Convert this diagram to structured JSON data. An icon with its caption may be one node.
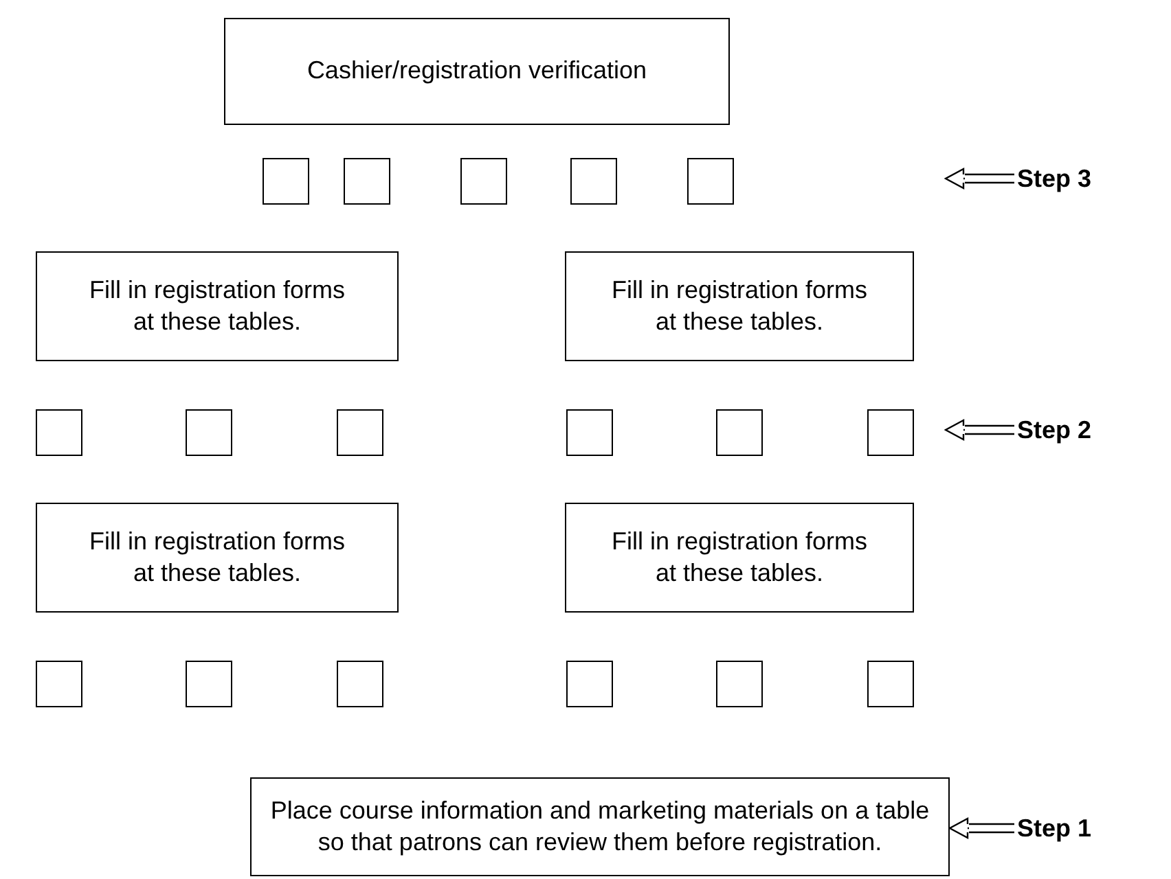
{
  "diagram": {
    "nodes": [
      {
        "text": [
          "Cashier/registration verification"
        ]
      },
      {
        "text": [],
        "shape": "box"
      },
      {
        "text": [],
        "shape": "box"
      },
      {
        "text": [],
        "shape": "box"
      },
      {
        "text": [],
        "shape": "box"
      },
      {
        "text": [],
        "shape": "box"
      },
      {
        "text": [
          "Step 3"
        ]
      },
      {
        "text": [
          "Fill in registration forms at these tables."
        ]
      },
      {
        "text": [
          "Fill in registration forms at these tables."
        ]
      },
      {
        "text": [],
        "shape": "box"
      },
      {
        "text": [],
        "shape": "box"
      },
      {
        "text": [],
        "shape": "box"
      },
      {
        "text": [],
        "shape": "box"
      },
      {
        "text": [],
        "shape": "box"
      },
      {
        "text": [],
        "shape": "box"
      },
      {
        "text": [
          "Step 2"
        ]
      },
      {
        "text": [
          "Fill in registration forms at these tables."
        ]
      },
      {
        "text": [
          "Fill in registration forms at these tables."
        ]
      },
      {
        "text": [],
        "shape": "box"
      },
      {
        "text": [],
        "shape": "box"
      },
      {
        "text": [],
        "shape": "box"
      },
      {
        "text": [],
        "shape": "box"
      },
      {
        "text": [],
        "shape": "box"
      },
      {
        "text": [],
        "shape": "box"
      },
      {
        "text": [
          "Place course information and marketing materials on a table so that patrons can review them before registration."
        ]
      },
      {
        "text": [
          "Step 1"
        ]
      }
    ],
    "edges": [
      {
        "from": 6,
        "to": null,
        "arrow": "to"
      },
      {
        "from": 15,
        "to": null,
        "arrow": "to"
      },
      {
        "from": 25,
        "to": 24,
        "arrow": "to"
      }
    ]
  }
}
